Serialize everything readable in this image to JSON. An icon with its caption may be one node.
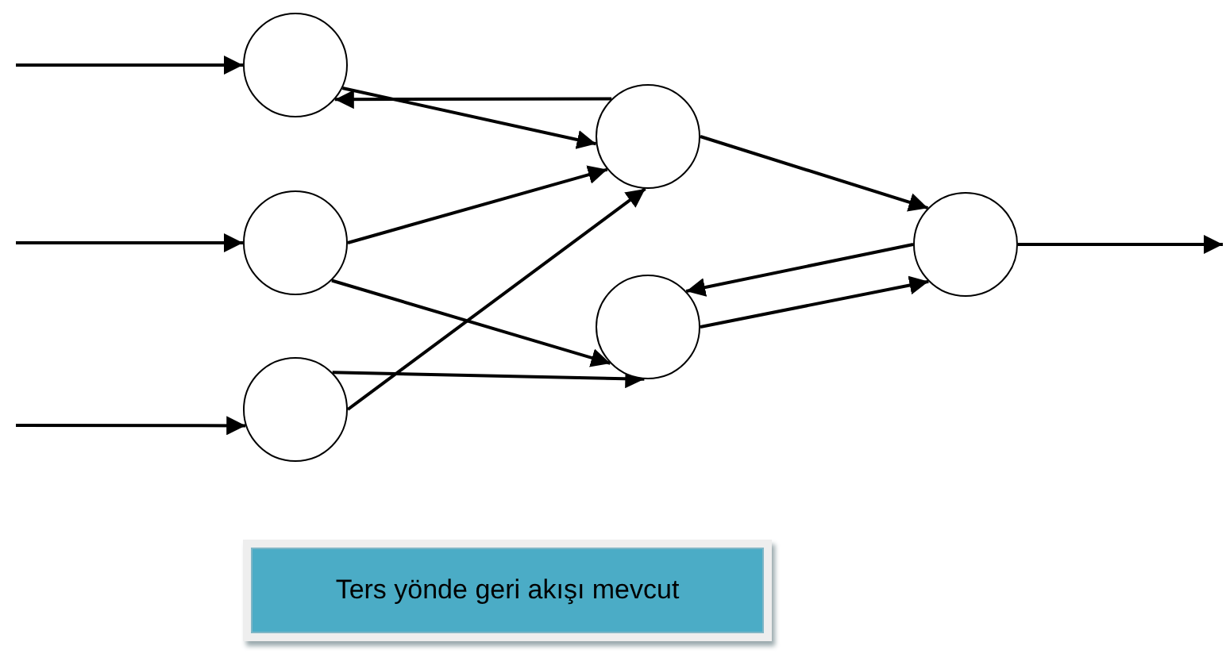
{
  "diagram": {
    "nodes": [
      {
        "text": [],
        "shape": "circle"
      },
      {
        "text": [],
        "shape": "circle"
      },
      {
        "text": [],
        "shape": "circle"
      },
      {
        "text": [],
        "shape": "circle"
      },
      {
        "text": [],
        "shape": "circle"
      },
      {
        "text": [],
        "shape": "circle"
      },
      {
        "text": [
          "Ters yönde geri akışı mevcut"
        ]
      }
    ],
    "edges": [
      {
        "from": null,
        "to": 0,
        "arrow": "to"
      },
      {
        "from": null,
        "to": 1,
        "arrow": "to"
      },
      {
        "from": null,
        "to": 2,
        "arrow": "to"
      },
      {
        "from": 0,
        "to": 3,
        "arrow": "to"
      },
      {
        "from": 3,
        "to": 0,
        "arrow": "to"
      },
      {
        "from": 1,
        "to": 3,
        "arrow": "to"
      },
      {
        "from": 1,
        "to": 4,
        "arrow": "to"
      },
      {
        "from": 2,
        "to": 3,
        "arrow": "to"
      },
      {
        "from": 2,
        "to": 4,
        "arrow": "to"
      },
      {
        "from": 3,
        "to": 5,
        "arrow": "to"
      },
      {
        "from": 5,
        "to": 4,
        "arrow": "to"
      },
      {
        "from": 4,
        "to": 5,
        "arrow": "to"
      },
      {
        "from": 5,
        "to": null,
        "arrow": "to"
      }
    ]
  }
}
